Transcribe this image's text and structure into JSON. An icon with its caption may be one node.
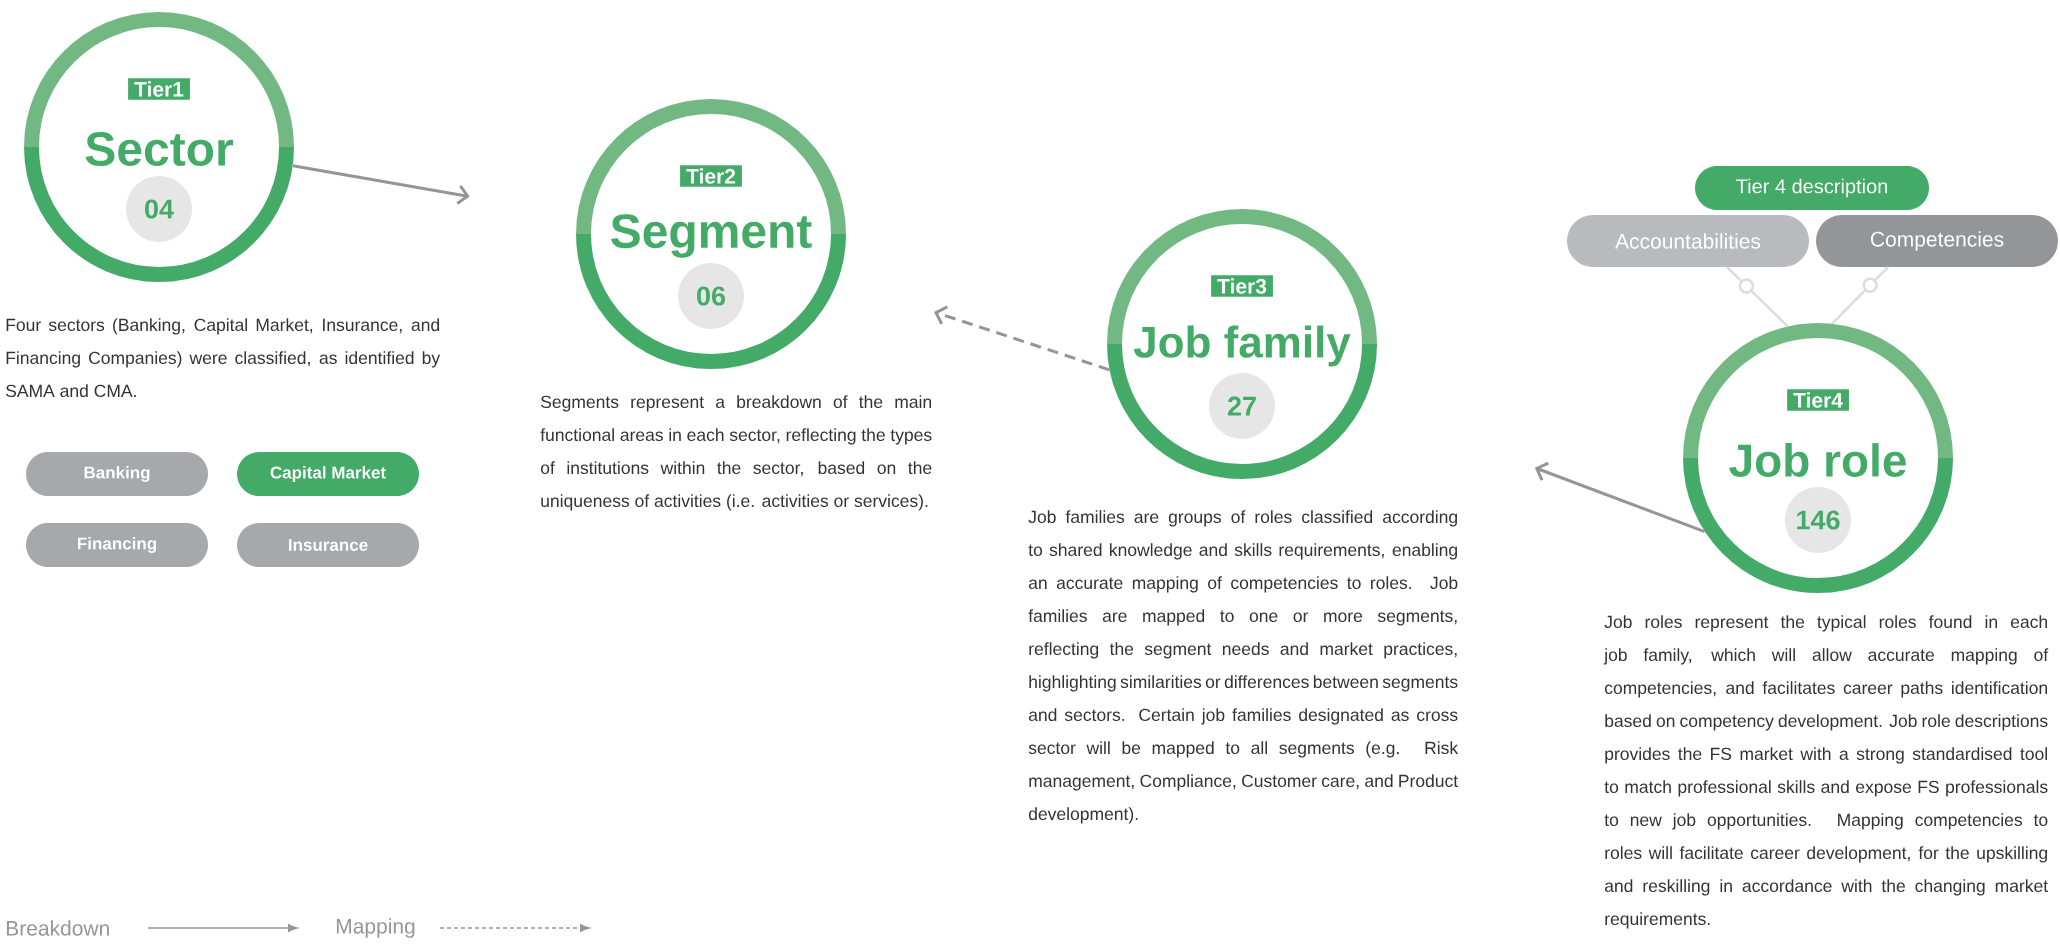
{
  "diagram": {
    "nodes": [
      {
        "text": [
          "Tier1",
          "Sector",
          "04"
        ],
        "beside": [
          "Four sectors (Banking, Capital Market, Insurance, and Financing Companies) were classified, as identified by SAMA and CMA."
        ]
      },
      {
        "text": [
          "Tier2",
          "Segment",
          "06"
        ],
        "beside": [
          "Segments represent a breakdown of the main functional areas in each sector, reflecting the types of institutions within the sector, based on the uniqueness of activities (i.e. activities or services)."
        ]
      },
      {
        "text": [
          "Tier3",
          "Job family",
          "27"
        ],
        "beside": [
          "Job families are groups of roles classified according to shared knowledge and skills requirements, enabling an accurate mapping of competencies to roles. Job families are mapped to one or more segments, reflecting the segment needs and market practices, highlighting similarities or differences between segments and sectors. Certain job families designated as cross sector will be mapped to all segments (e.g. Risk management, Compliance, Customer care, and Product development)."
        ]
      },
      {
        "text": [
          "Tier4",
          "Job role",
          "146"
        ],
        "beside": [
          "Job roles represent the typical roles found in each job family, which will allow accurate mapping of competencies, and facilitates career paths identification based on competency development. Job role descriptions provides the FS market with a strong standardised tool to match professional skills and expose FS professionals to new job opportunities. Mapping competencies to roles will facilitate career development, for the upskilling and reskilling in accordance with the changing market requirements."
        ]
      },
      {
        "text": [
          "Banking"
        ]
      },
      {
        "text": [
          "Capital Market"
        ]
      },
      {
        "text": [
          "Financing"
        ]
      },
      {
        "text": [
          "Insurance"
        ]
      },
      {
        "text": [
          "Tier 4 description"
        ]
      },
      {
        "text": [
          "Accountabilities"
        ]
      },
      {
        "text": [
          "Competencies"
        ]
      }
    ],
    "edges": [
      {
        "from": 0,
        "to": 1,
        "arrow": "to"
      },
      {
        "from": 2,
        "to": 1,
        "arrow": "to",
        "style": "dashed"
      },
      {
        "from": 3,
        "to": 2,
        "arrow": "to"
      },
      {
        "from": 9,
        "to": 3,
        "arrow": "none",
        "color": "#dcdcdc"
      },
      {
        "from": 10,
        "to": 3,
        "arrow": "none",
        "color": "#dcdcdc"
      }
    ],
    "legend": [
      {
        "text": "Breakdown"
      },
      {
        "text": "Mapping"
      }
    ]
  }
}
